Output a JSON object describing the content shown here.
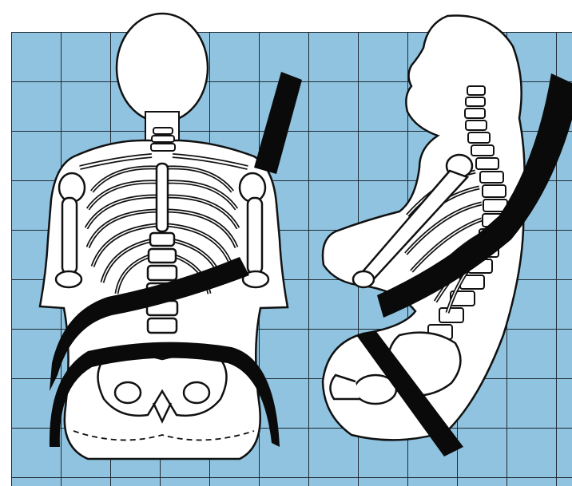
{
  "illustration": {
    "colors": {
      "page_background": "#ffffff",
      "grid_fill": "#8fc3e0",
      "grid_line": "#1f2a33",
      "body_fill": "#ffffff",
      "outline": "#111111",
      "belt": "#0a0a0a"
    },
    "panels": [
      {
        "name": "front-view",
        "subject": "skeleton-torso-front",
        "restraint": "three-point-seat-belt"
      },
      {
        "name": "side-view",
        "subject": "skeleton-torso-side",
        "restraint": "three-point-seat-belt"
      }
    ]
  }
}
